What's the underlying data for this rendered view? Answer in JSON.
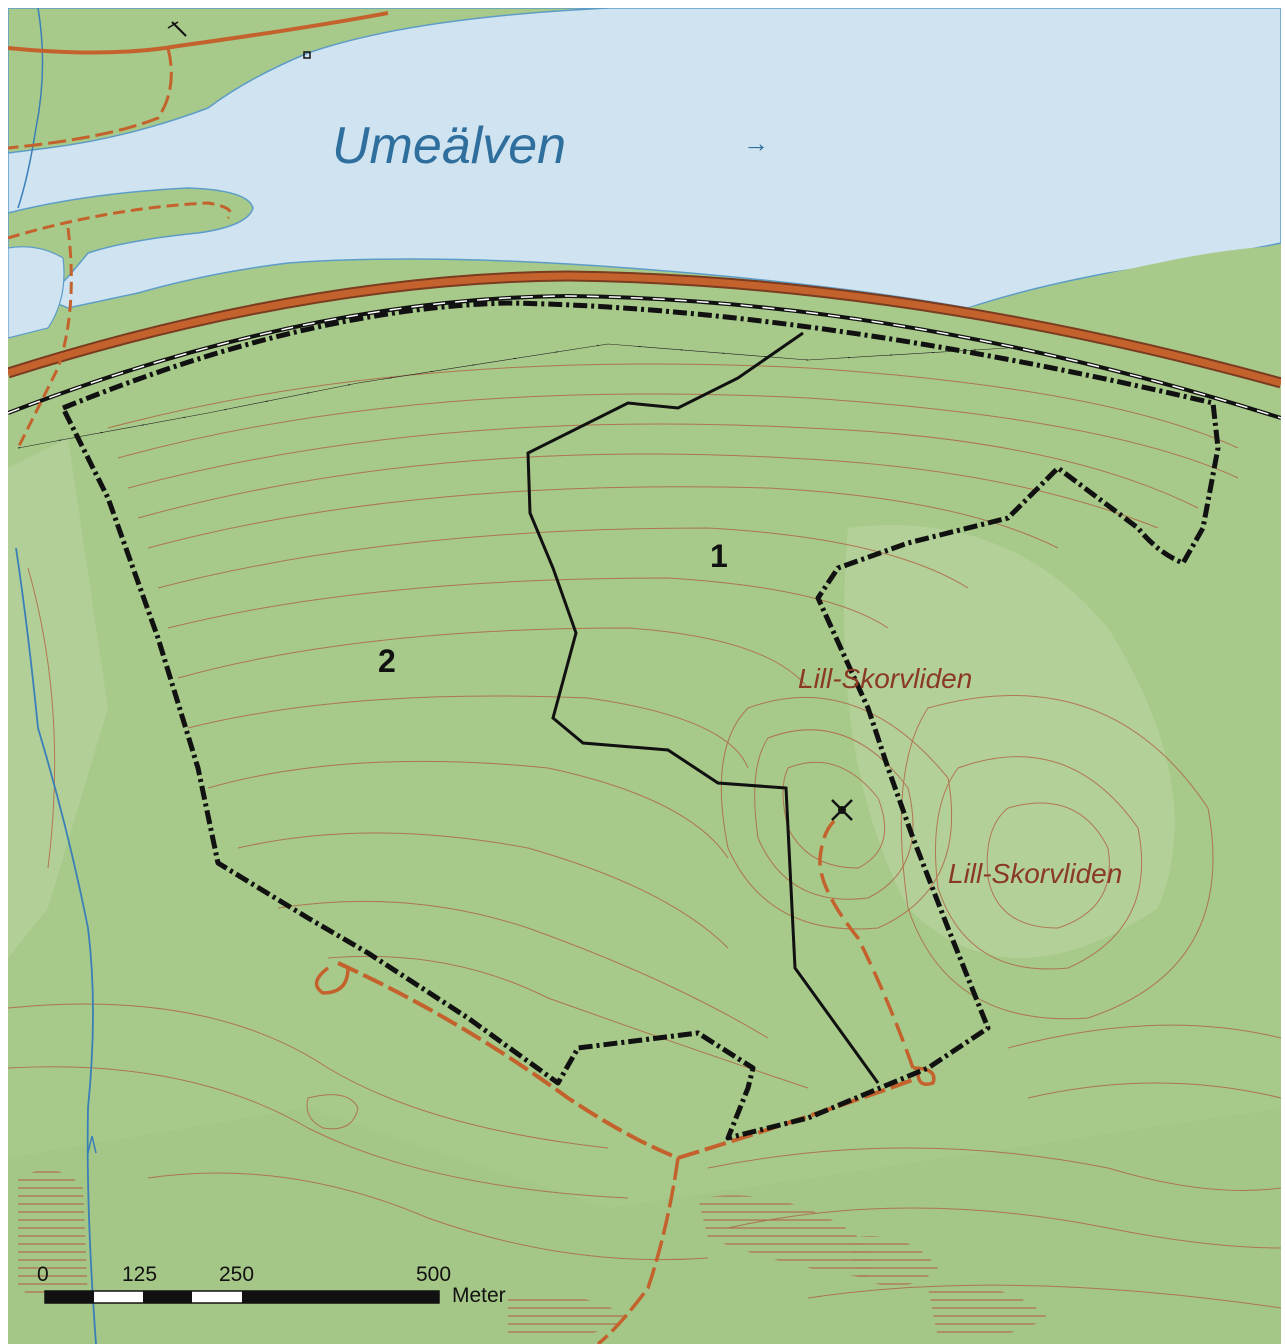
{
  "map": {
    "water_label": "Umeälven",
    "flow_arrow": "→",
    "place_labels": [
      "Lill-Skorvliden",
      "Lill-Skorvliden"
    ],
    "area_labels": [
      "1",
      "2"
    ]
  },
  "scale_bar": {
    "ticks": [
      "0",
      "125",
      "250",
      "500"
    ],
    "unit": "Meter"
  },
  "colors": {
    "land": "#a9c98c",
    "water": "#cfe3f0",
    "road": "#c4622d",
    "boundary": "#111111",
    "contour": "#b05a3a",
    "stream": "#3a7fb8"
  },
  "icons": {
    "summit": "summit-cross-icon",
    "bridge": "bridge-icon"
  }
}
